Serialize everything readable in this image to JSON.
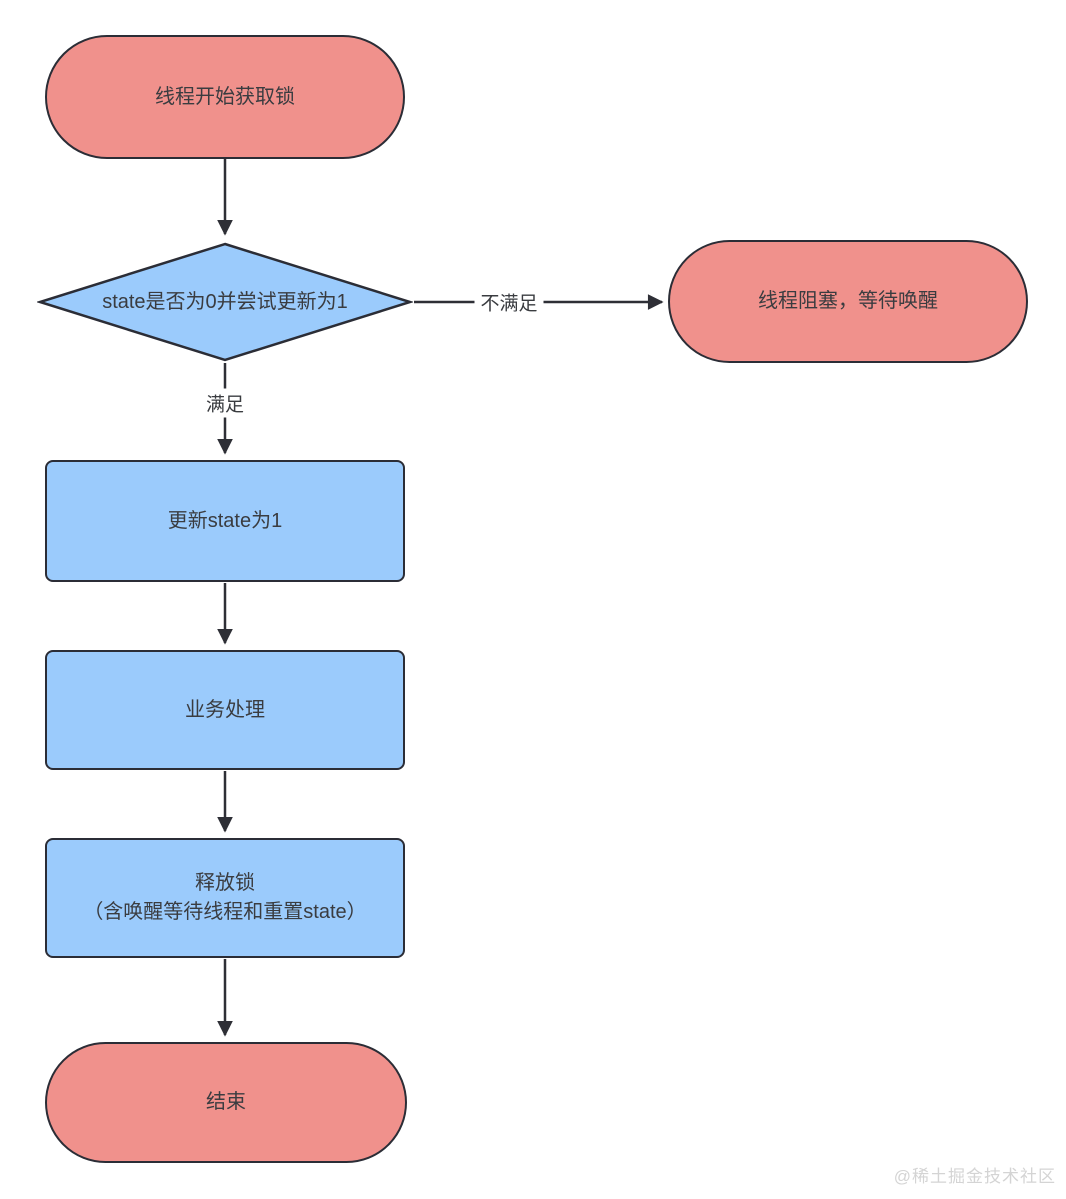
{
  "diagram": {
    "title_semantic": "lock-acquire-flowchart",
    "nodes": {
      "start": {
        "type": "stadium",
        "label": "线程开始获取锁"
      },
      "decision": {
        "type": "diamond",
        "label": "state是否为0并尝试更新为1"
      },
      "blocked": {
        "type": "stadium",
        "label": "线程阻塞，等待唤醒"
      },
      "update": {
        "type": "rect",
        "label": "更新state为1"
      },
      "business": {
        "type": "rect",
        "label": "业务处理"
      },
      "release": {
        "type": "rect",
        "line1": "释放锁",
        "line2": "（含唤醒等待线程和重置state）"
      },
      "end": {
        "type": "stadium",
        "label": "结束"
      }
    },
    "edge_labels": {
      "satisfied": "满足",
      "not_satisfied": "不满足"
    },
    "colors": {
      "node_pink": "#f0918c",
      "node_blue": "#9bcbfc",
      "border": "#2b2d36",
      "edge_line": "#2e2f36",
      "text": "#3a3c40",
      "watermark": "#d4d4d4",
      "background": "#ffffff"
    }
  },
  "watermark": {
    "text": "@稀土掘金技术社区"
  }
}
